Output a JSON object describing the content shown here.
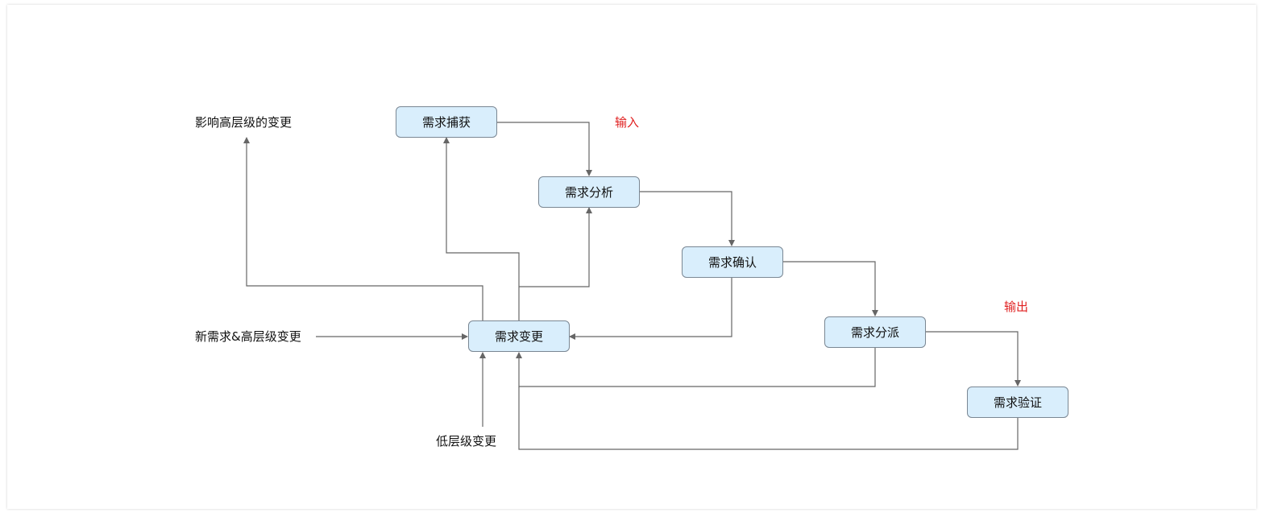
{
  "nodes": {
    "capture": "需求捕获",
    "analysis": "需求分析",
    "confirm": "需求确认",
    "assign": "需求分派",
    "verify": "需求验证",
    "change": "需求变更"
  },
  "labels": {
    "high_impact_change": "影响高层级的变更",
    "new_and_high_change": "新需求&高层级变更",
    "low_change": "低层级变更",
    "input": "输入",
    "output": "输出"
  },
  "colors": {
    "node_fill": "#d9eefc",
    "node_border": "#7a8793",
    "edge": "#666666",
    "highlight_text": "#e02020"
  }
}
